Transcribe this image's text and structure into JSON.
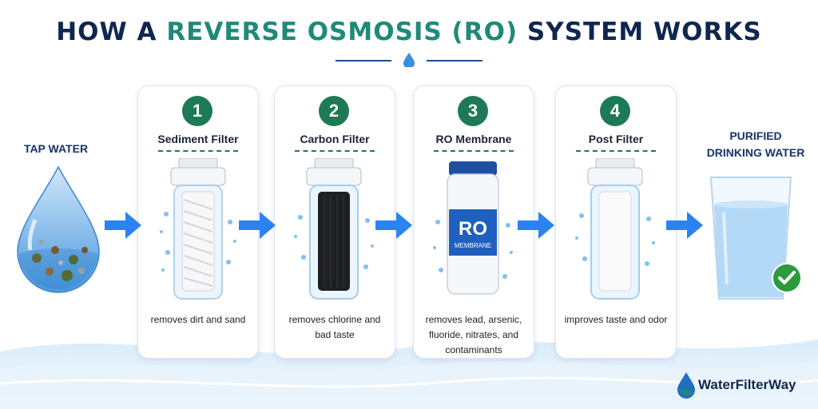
{
  "title": {
    "part1": "HOW A ",
    "highlight": "REVERSE OSMOSIS (RO)",
    "part2": " SYSTEM WORKS"
  },
  "input_label": "TAP WATER",
  "output_label_line1": "PURIFIED",
  "output_label_line2": "DRINKING WATER",
  "steps": [
    {
      "number": "1",
      "name": "Sediment Filter",
      "desc": "removes dirt and sand"
    },
    {
      "number": "2",
      "name": "Carbon Filter",
      "desc": "removes chlorine and bad taste"
    },
    {
      "number": "3",
      "name": "RO Membrane",
      "desc": "removes lead, arsenic, fluoride, nitrates, and contaminants",
      "label_big": "RO",
      "label_small": "MEMBRANE"
    },
    {
      "number": "4",
      "name": "Post Filter",
      "desc": "improves taste and odor"
    }
  ],
  "brand": "WaterFilterWay",
  "colors": {
    "navy": "#0f2750",
    "teal": "#1f8a7a",
    "green": "#1d7a55",
    "arrow": "#2b82f0",
    "water": "#5aa9e6"
  }
}
